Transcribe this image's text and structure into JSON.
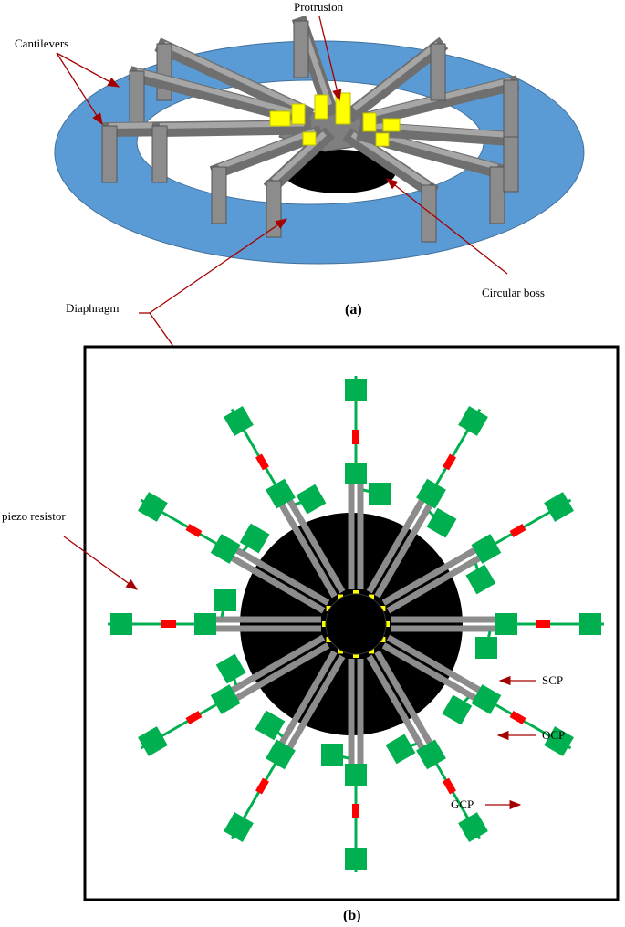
{
  "figure": {
    "panel_a": {
      "caption": "(a)",
      "labels": {
        "protrusion": "Protrusion",
        "cantilevers": "Cantilevers",
        "circular_boss": "Circular boss",
        "diaphragm": "Diaphragm"
      }
    },
    "panel_b": {
      "caption": "(b)",
      "labels": {
        "piezo_resistor": "piezo resistor",
        "scp": "SCP",
        "ocp": "OCP",
        "gcp": "GCP"
      }
    },
    "colors": {
      "diaphragm_ring": "#5b9bd5",
      "cantilever": "#8c8c8c",
      "protrusion": "#ffff00",
      "boss": "#000000",
      "contact_pad": "#00b050",
      "piezo_resistor": "#ff0000",
      "arrow": "#a50000"
    }
  }
}
